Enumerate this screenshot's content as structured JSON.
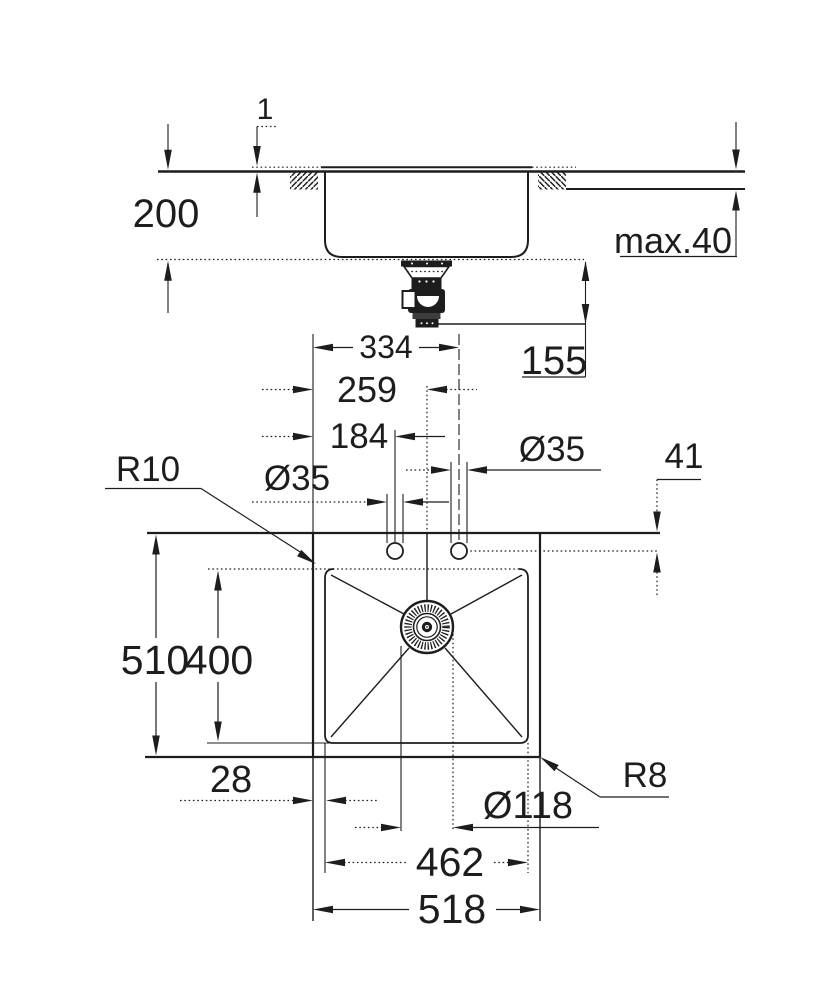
{
  "drawing": {
    "background": "#ffffff",
    "line_color": "#1d1d1d",
    "side_view": {
      "rim_height": "1",
      "bowl_depth": "200",
      "countertop_thickness": "max.40",
      "trap_clearance": "155"
    },
    "top_view": {
      "right_hole_offset": "334",
      "drain_center_offset": "259",
      "left_hole_offset": "184",
      "left_hole_diameter": "Ø35",
      "right_hole_diameter": "Ø35",
      "hole_front_distance": "41",
      "corner_radius_top": "R10",
      "overall_depth": "510",
      "bowl_inner_depth": "400",
      "edge_to_bowl": "28",
      "drain_diameter": "Ø118",
      "bowl_inner_width": "462",
      "overall_width": "518",
      "corner_radius_bottom": "R8"
    }
  }
}
